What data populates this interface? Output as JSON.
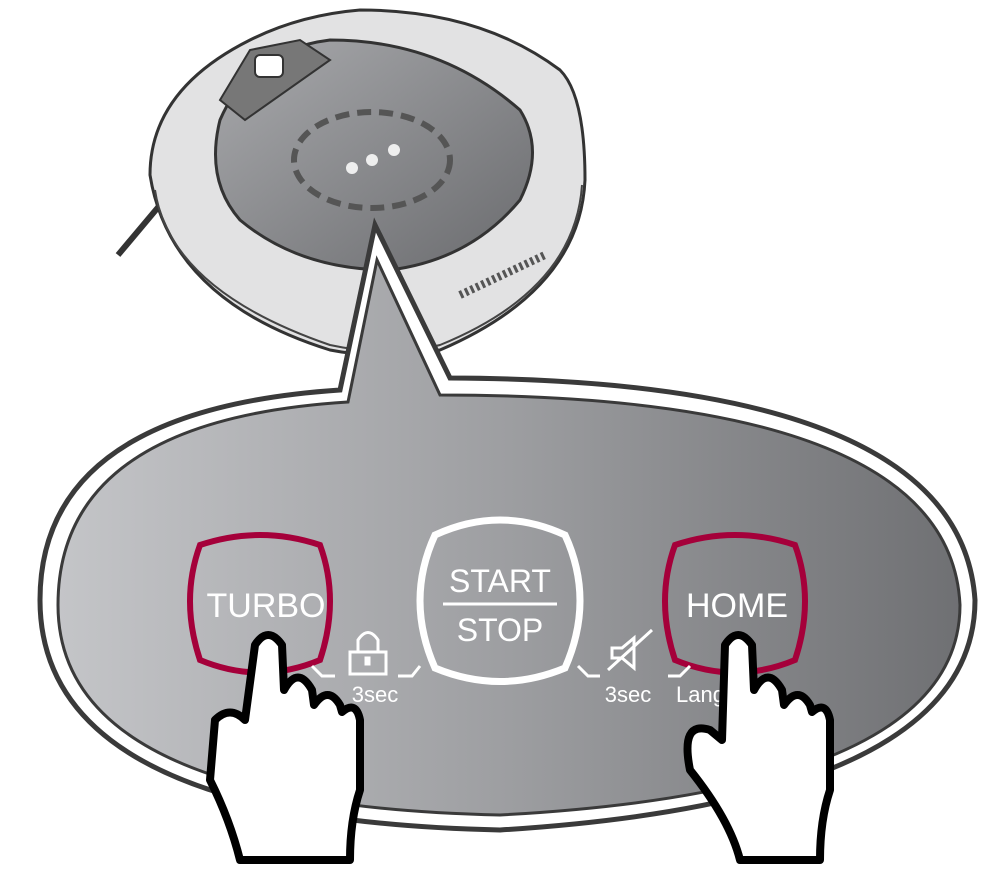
{
  "panel": {
    "turbo_label": "TURBO",
    "start_label": "START",
    "stop_label": "STOP",
    "home_label": "HOME",
    "lock_hold": "3sec",
    "mute_hold": "3sec",
    "language_hold": "Lang"
  },
  "icons": [
    "robot-vacuum-icon",
    "lock-icon",
    "mute-speaker-icon",
    "hand-pointer-icon"
  ],
  "colors": {
    "highlight": "#a5003a",
    "panel": "#9a9b9e",
    "outline": "#3a3a3a"
  }
}
